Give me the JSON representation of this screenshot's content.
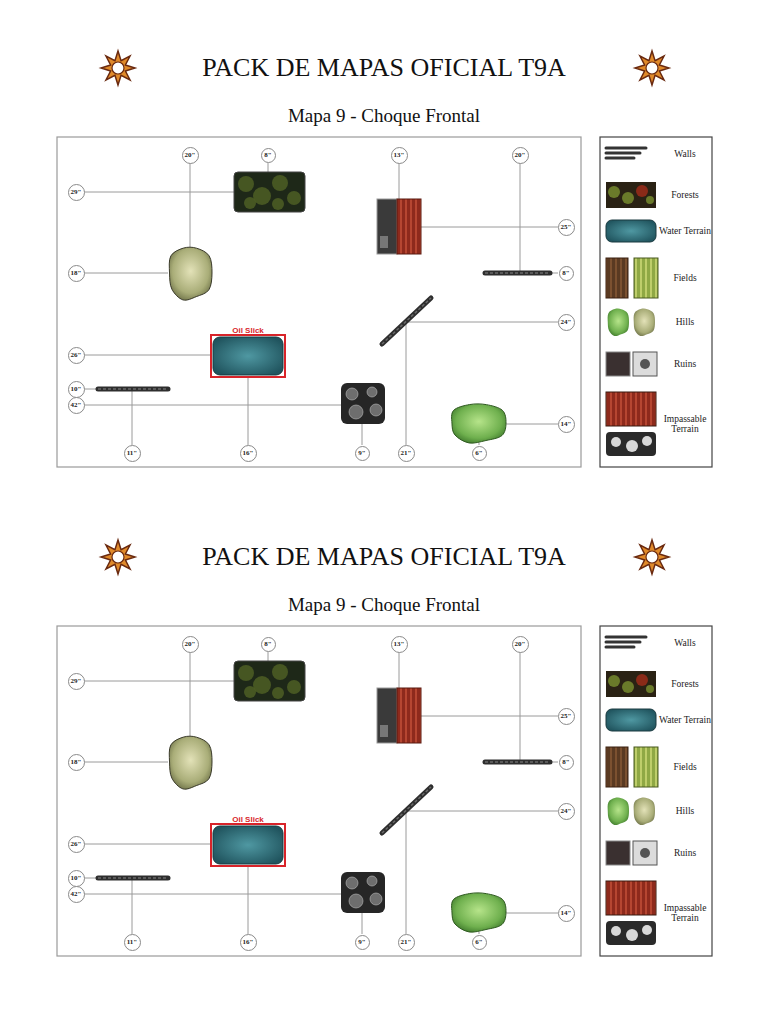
{
  "diagram": {
    "title": "PACK DE MAPAS OFICIAL T9A",
    "nodes": [
      {
        "text": [
          "20\""
        ]
      },
      {
        "text": [
          "8\""
        ]
      },
      {
        "text": [
          "13\""
        ]
      },
      {
        "text": [
          "20\""
        ]
      },
      {
        "text": [
          "29\""
        ]
      },
      {
        "text": [
          "18\""
        ]
      },
      {
        "text": [
          "26\""
        ]
      },
      {
        "text": [
          "10\""
        ]
      },
      {
        "text": [
          "42\""
        ]
      },
      {
        "text": [
          "25\""
        ]
      },
      {
        "text": [
          "8\""
        ]
      },
      {
        "text": [
          "24\""
        ]
      },
      {
        "text": [
          "14\""
        ]
      },
      {
        "text": [
          "11\""
        ]
      },
      {
        "text": [
          "16\""
        ]
      },
      {
        "text": [
          "9\""
        ]
      },
      {
        "text": [
          "21\""
        ]
      },
      {
        "text": [
          "6\""
        ]
      },
      {
        "text": [
          "Oil Slick"
        ]
      },
      {
        "text": [
          "20\""
        ]
      },
      {
        "text": [
          "8\""
        ]
      },
      {
        "text": [
          "13\""
        ]
      },
      {
        "text": [
          "20\""
        ]
      },
      {
        "text": [
          "29\""
        ]
      },
      {
        "text": [
          "18\""
        ]
      },
      {
        "text": [
          "26\""
        ]
      },
      {
        "text": [
          "10\""
        ]
      },
      {
        "text": [
          "42\""
        ]
      },
      {
        "text": [
          "25\""
        ]
      },
      {
        "text": [
          "8\""
        ]
      },
      {
        "text": [
          "24\""
        ]
      },
      {
        "text": [
          "14\""
        ]
      },
      {
        "text": [
          "11\""
        ]
      },
      {
        "text": [
          "16\""
        ]
      },
      {
        "text": [
          "9\""
        ]
      },
      {
        "text": [
          "21\""
        ]
      },
      {
        "text": [
          "6\""
        ]
      },
      {
        "text": [
          "Oil Slick"
        ]
      }
    ],
    "labels": [
      "Mapa 9 - Choque Frontal",
      "PACK DE MAPAS OFICIAL T9A",
      "Mapa 9 - Choque Frontal"
    ],
    "legend": [
      {
        "text": "Walls"
      },
      {
        "text": "Forests"
      },
      {
        "text": "Water Terrain"
      },
      {
        "text": "Fields"
      },
      {
        "text": "Hills"
      },
      {
        "text": "Ruins"
      },
      {
        "text": "Impassable Terrain"
      },
      {
        "text": "Walls"
      },
      {
        "text": "Forests"
      },
      {
        "text": "Water Terrain"
      },
      {
        "text": "Fields"
      },
      {
        "text": "Hills"
      },
      {
        "text": "Ruins"
      },
      {
        "text": "Impassable Terrain"
      }
    ]
  }
}
